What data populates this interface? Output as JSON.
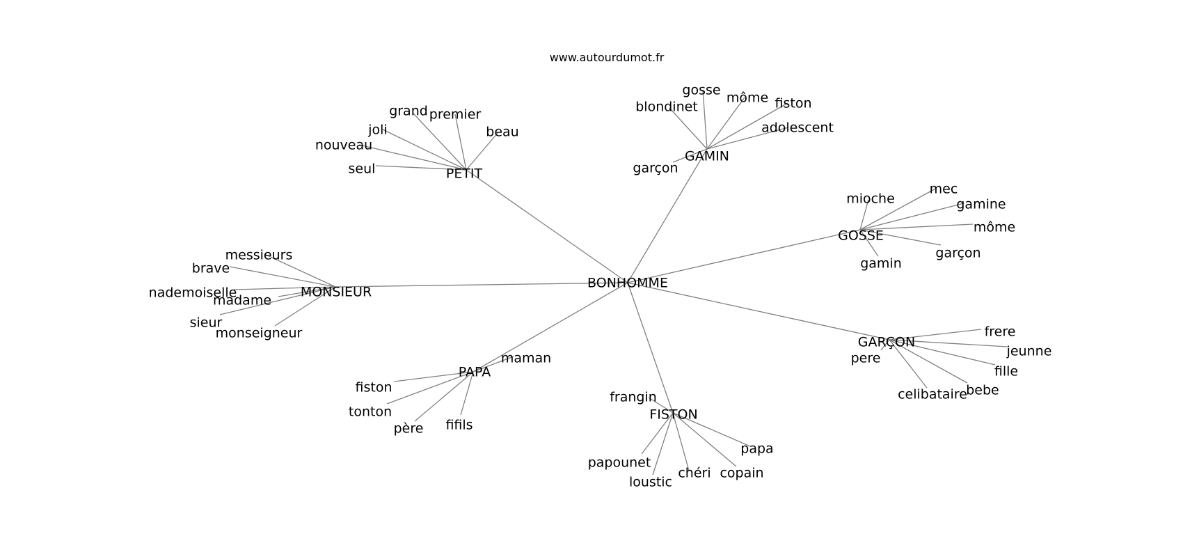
{
  "source": "www.autourdumot.fr",
  "root": "BONHOMME",
  "clusters": [
    {
      "id": "petit",
      "label": "PETIT",
      "leaves": [
        "grand",
        "premier",
        "beau",
        "joli",
        "nouveau",
        "seul"
      ]
    },
    {
      "id": "gamin",
      "label": "GAMIN",
      "leaves": [
        "gosse",
        "môme",
        "fiston",
        "blondinet",
        "adolescent",
        "garçon"
      ]
    },
    {
      "id": "gosse",
      "label": "GOSSE",
      "leaves": [
        "mioche",
        "mec",
        "gamine",
        "môme",
        "garçon",
        "gamin"
      ]
    },
    {
      "id": "monsieur",
      "label": "MONSIEUR",
      "leaves": [
        "messieurs",
        "brave",
        "nademoiselle",
        "madame",
        "sieur",
        "monseigneur"
      ]
    },
    {
      "id": "garcon",
      "label": "GARÇON",
      "leaves": [
        "frere",
        "pere",
        "jeunne",
        "fille",
        "celibataire",
        "bebe"
      ]
    },
    {
      "id": "papa",
      "label": "PAPA",
      "leaves": [
        "maman",
        "fiston",
        "tonton",
        "père",
        "fifils"
      ]
    },
    {
      "id": "fiston",
      "label": "FISTON",
      "leaves": [
        "frangin",
        "papa",
        "papounet",
        "copain",
        "loustic",
        "chéri"
      ]
    }
  ]
}
